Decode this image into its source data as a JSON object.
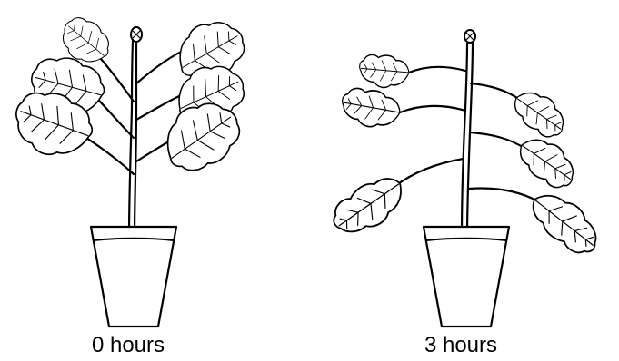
{
  "captions": {
    "left": "0 hours",
    "right": "3 hours"
  },
  "panels": [
    {
      "name": "plant-upright",
      "caption_key": "left",
      "leaf_count": 6,
      "state": "upright leaves"
    },
    {
      "name": "plant-drooping",
      "caption_key": "right",
      "leaf_count": 6,
      "state": "drooping leaves"
    }
  ],
  "colors": {
    "line": "#000000",
    "background": "#ffffff"
  }
}
